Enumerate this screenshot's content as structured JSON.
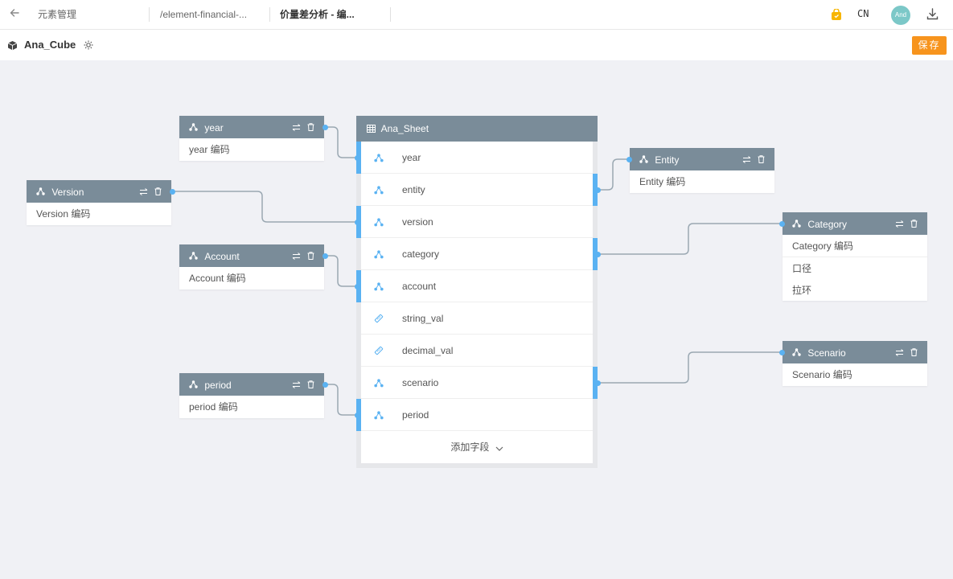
{
  "topbar": {
    "tabs": [
      {
        "label": "元素管理"
      },
      {
        "label": "/element-financial-..."
      },
      {
        "label": "价量差分析 - 编..."
      }
    ],
    "lang": "CN",
    "avatar": "And",
    "icons": [
      "back-arrow-icon",
      "notification-icon",
      "download-icon"
    ]
  },
  "header": {
    "title": "Ana_Cube",
    "save_label": "保存"
  },
  "sheet": {
    "title": "Ana_Sheet",
    "fields": [
      {
        "name": "year",
        "kind": "dimension"
      },
      {
        "name": "entity",
        "kind": "dimension"
      },
      {
        "name": "version",
        "kind": "dimension"
      },
      {
        "name": "category",
        "kind": "dimension"
      },
      {
        "name": "account",
        "kind": "dimension"
      },
      {
        "name": "string_val",
        "kind": "measure"
      },
      {
        "name": "decimal_val",
        "kind": "measure"
      },
      {
        "name": "scenario",
        "kind": "dimension"
      },
      {
        "name": "period",
        "kind": "dimension"
      }
    ],
    "add_field_label": "添加字段"
  },
  "dimensions": {
    "year": {
      "title": "year",
      "rows": [
        "year 编码"
      ]
    },
    "version": {
      "title": "Version",
      "rows": [
        "Version 编码"
      ]
    },
    "account": {
      "title": "Account",
      "rows": [
        "Account 编码"
      ]
    },
    "period": {
      "title": "period",
      "rows": [
        "period 编码"
      ]
    },
    "entity": {
      "title": "Entity",
      "rows": [
        "Entity 编码"
      ]
    },
    "category": {
      "title": "Category",
      "rows": [
        "Category 编码",
        "口径",
        "拉环"
      ]
    },
    "scenario": {
      "title": "Scenario",
      "rows": [
        "Scenario 编码"
      ]
    }
  },
  "colors": {
    "accent": "#f7941d",
    "link": "#5ab2f2",
    "node_header": "#7a8c99",
    "canvas": "#f0f1f5"
  }
}
